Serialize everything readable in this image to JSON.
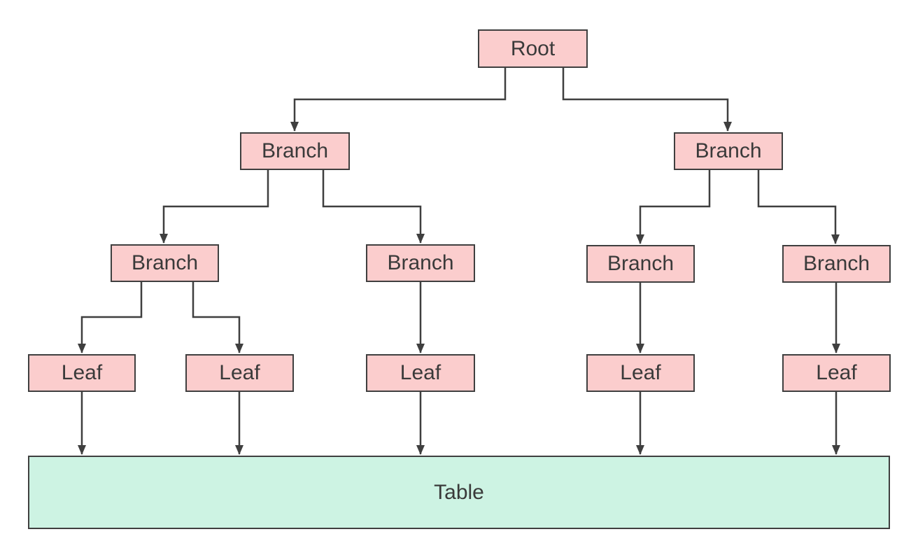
{
  "diagram": {
    "type": "tree",
    "nodes": [
      {
        "id": "root",
        "label": "Root"
      },
      {
        "id": "branch-l",
        "label": "Branch"
      },
      {
        "id": "branch-r",
        "label": "Branch"
      },
      {
        "id": "branch-ll",
        "label": "Branch"
      },
      {
        "id": "branch-lr",
        "label": "Branch"
      },
      {
        "id": "branch-rl",
        "label": "Branch"
      },
      {
        "id": "branch-rr",
        "label": "Branch"
      },
      {
        "id": "leaf-1",
        "label": "Leaf"
      },
      {
        "id": "leaf-2",
        "label": "Leaf"
      },
      {
        "id": "leaf-3",
        "label": "Leaf"
      },
      {
        "id": "leaf-4",
        "label": "Leaf"
      },
      {
        "id": "leaf-5",
        "label": "Leaf"
      }
    ],
    "table": {
      "label": "Table"
    },
    "edges": [
      {
        "from": "root",
        "to": "branch-l"
      },
      {
        "from": "root",
        "to": "branch-r"
      },
      {
        "from": "branch-l",
        "to": "branch-ll"
      },
      {
        "from": "branch-l",
        "to": "branch-lr"
      },
      {
        "from": "branch-r",
        "to": "branch-rl"
      },
      {
        "from": "branch-r",
        "to": "branch-rr"
      },
      {
        "from": "branch-ll",
        "to": "leaf-1"
      },
      {
        "from": "branch-ll",
        "to": "leaf-2"
      },
      {
        "from": "branch-lr",
        "to": "leaf-3"
      },
      {
        "from": "branch-rl",
        "to": "leaf-4"
      },
      {
        "from": "branch-rr",
        "to": "leaf-5"
      },
      {
        "from": "leaf-1",
        "to": "table"
      },
      {
        "from": "leaf-2",
        "to": "table"
      },
      {
        "from": "leaf-3",
        "to": "table"
      },
      {
        "from": "leaf-4",
        "to": "table"
      },
      {
        "from": "leaf-5",
        "to": "table"
      }
    ],
    "colors": {
      "node_fill": "#fbcdcd",
      "node_border": "#3f3f3f",
      "table_fill": "#cdf3e3",
      "table_border": "#3f3f3f",
      "connector": "#3f3f3f",
      "text": "#3a3a3a",
      "background": "#ffffff"
    }
  }
}
